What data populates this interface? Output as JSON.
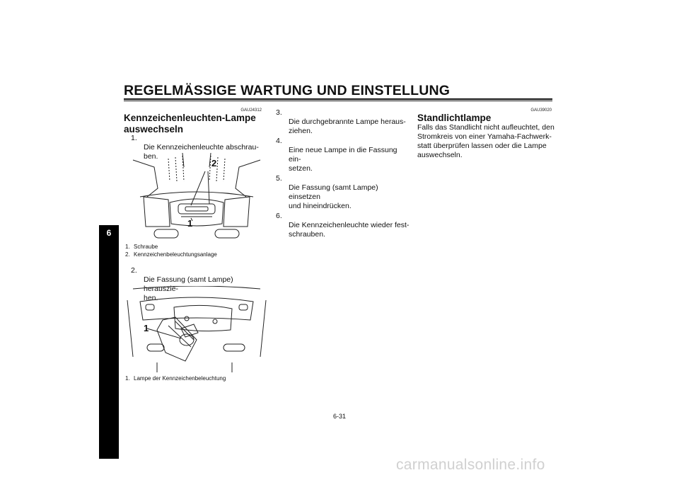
{
  "header": {
    "title": "REGELMÄSSIGE WARTUNG UND EINSTELLUNG"
  },
  "chapter_tab": "6",
  "left_section": {
    "code": "GAU24312",
    "heading_line1": "Kennzeichenleuchten-Lampe",
    "heading_line2": "auswechseln",
    "step1": {
      "num": "1.",
      "text": "Die Kennzeichenleuchte abschrau-\nben."
    },
    "figure1": {
      "labels": [
        "2",
        "1"
      ],
      "captions": [
        {
          "num": "1.",
          "text": "Schraube"
        },
        {
          "num": "2.",
          "text": "Kennzeichenbeleuchtungsanlage"
        }
      ]
    },
    "step2": {
      "num": "2.",
      "text": "Die Fassung (samt Lampe) herauszie-\nhen."
    },
    "figure2": {
      "labels": [
        "1"
      ],
      "captions": [
        {
          "num": "1.",
          "text": "Lampe der Kennzeichenbeleuchtung"
        }
      ]
    }
  },
  "middle_section": {
    "steps": [
      {
        "num": "3.",
        "text": "Die durchgebrannte Lampe heraus-\nziehen."
      },
      {
        "num": "4.",
        "text": "Eine neue Lampe in die Fassung ein-\nsetzen."
      },
      {
        "num": "5.",
        "text": "Die Fassung (samt Lampe) einsetzen\nund hineindrücken."
      },
      {
        "num": "6.",
        "text": "Die Kennzeichenleuchte wieder fest-\nschrauben."
      }
    ]
  },
  "right_section": {
    "code": "GAU39020",
    "heading": "Standlichtlampe",
    "body": "Falls das Standlicht nicht aufleuchtet, den\nStromkreis von einer Yamaha-Fachwerk-\nstatt überprüfen lassen oder die Lampe\nauswechseln."
  },
  "footer": {
    "page_number": "6-31"
  },
  "watermark": "carmanualsonline.info"
}
